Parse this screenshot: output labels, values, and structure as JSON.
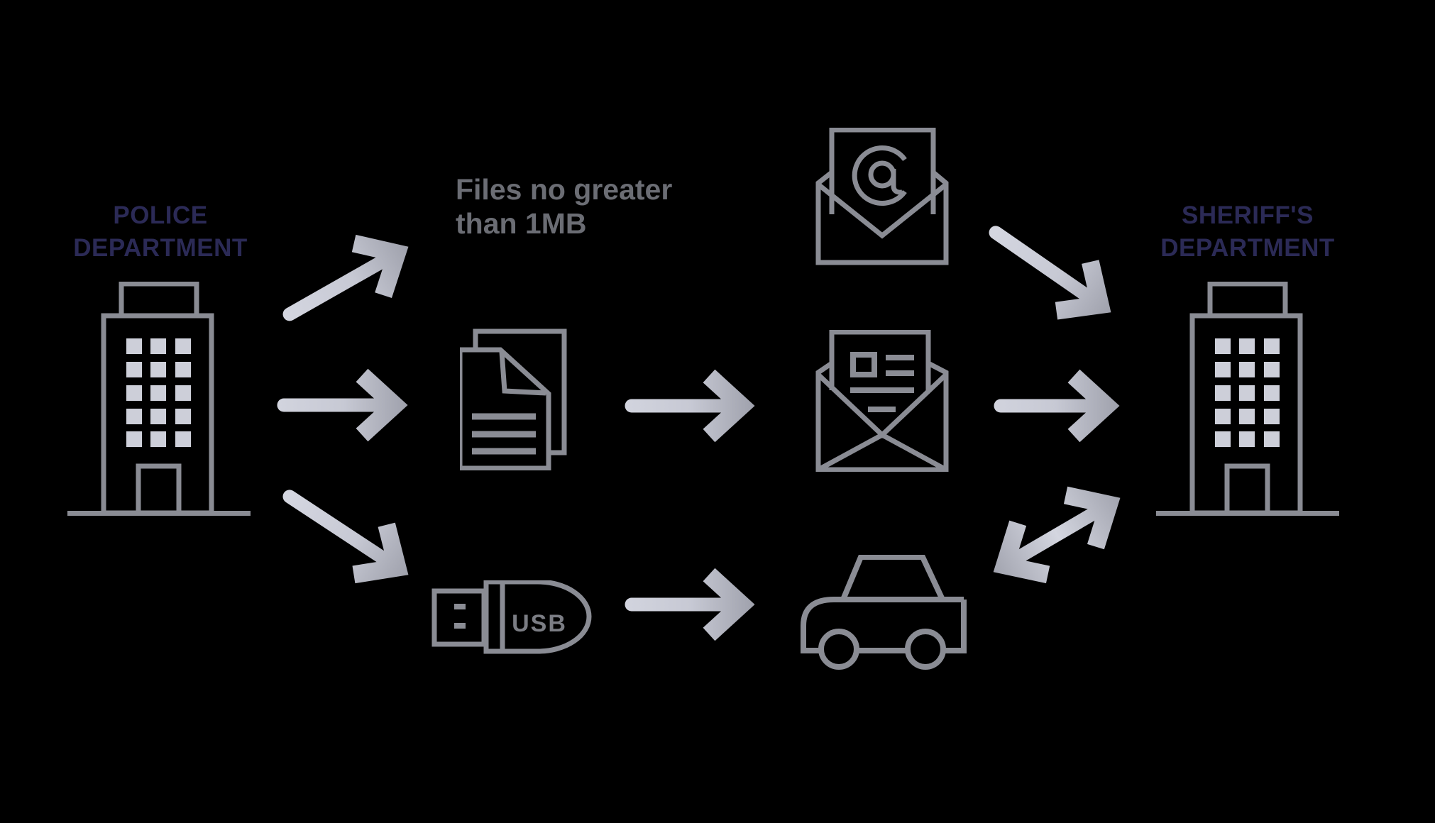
{
  "title": "File transfer methods between Police Department and Sheriff's Department",
  "colors": {
    "background": "#000000",
    "navy": "#2b2a56",
    "icon_gray": "#8a8c94",
    "window_fill": "#cdcfd9",
    "note_gray": "#6b6d74",
    "arrow_light": "#d4d6e0",
    "arrow_dark": "#a2a4af",
    "usb_text": "#7b7d84"
  },
  "nodes": {
    "police": {
      "lines": [
        "POLICE",
        "DEPARTMENT"
      ],
      "icon": "building-icon"
    },
    "sheriff": {
      "lines": [
        "SHERIFF'S",
        "DEPARTMENT"
      ],
      "icon": "building-icon"
    },
    "files_note": {
      "lines": [
        "Files no greater",
        "than 1MB"
      ]
    },
    "email": {
      "icon": "email-open-envelope-at-icon"
    },
    "documents": {
      "icon": "document-pages-icon"
    },
    "postal_mail": {
      "icon": "mail-envelope-letter-icon"
    },
    "usb": {
      "icon": "usb-drive-icon",
      "label": "USB"
    },
    "car": {
      "icon": "car-icon"
    }
  },
  "edges": [
    {
      "from": "police",
      "to": "files_note",
      "arrow": "single"
    },
    {
      "from": "police",
      "to": "documents",
      "arrow": "single"
    },
    {
      "from": "police",
      "to": "usb",
      "arrow": "single"
    },
    {
      "from": "documents",
      "to": "postal_mail",
      "arrow": "single"
    },
    {
      "from": "usb",
      "to": "car",
      "arrow": "single"
    },
    {
      "from": "email",
      "to": "sheriff",
      "arrow": "single"
    },
    {
      "from": "postal_mail",
      "to": "sheriff",
      "arrow": "single"
    },
    {
      "from": "car",
      "to": "sheriff",
      "arrow": "double"
    }
  ]
}
